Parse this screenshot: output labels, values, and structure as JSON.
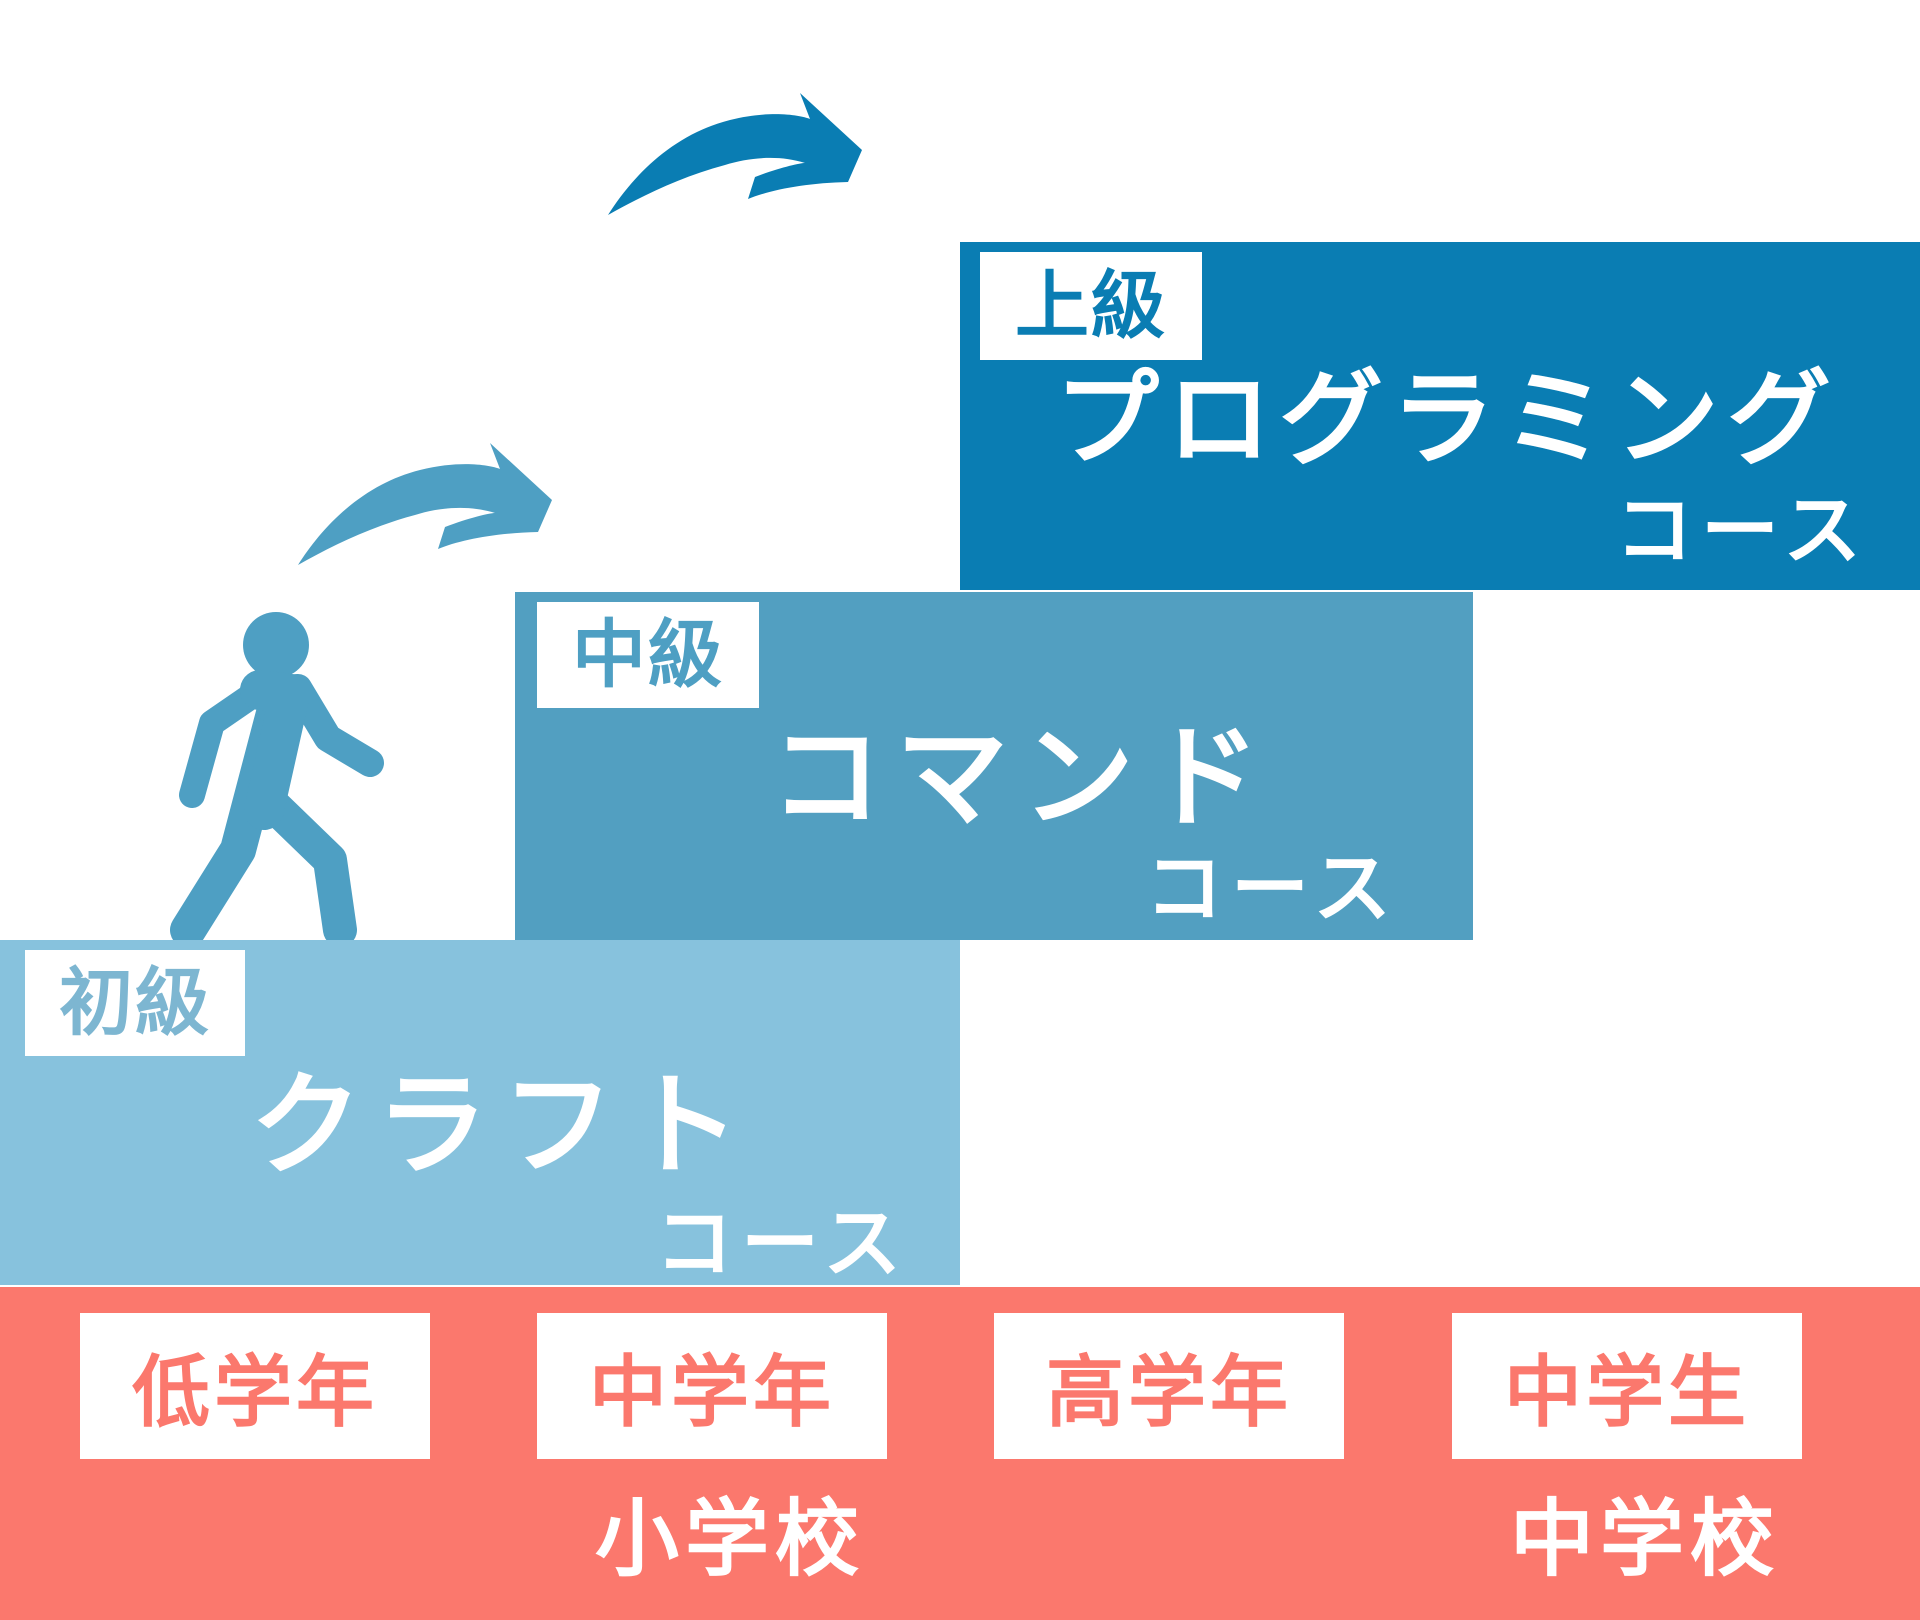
{
  "colors": {
    "beginner": "#87c2dd",
    "intermediate": "#529fc1",
    "advanced": "#0a7db3",
    "grade_bar": "#fb786d",
    "arrow_lower": "#4e9fc3",
    "arrow_upper": "#0a7db3",
    "walker": "#4e9fc3"
  },
  "steps": {
    "beginner": {
      "level": "初級",
      "course": "クラフト",
      "suffix": "コース"
    },
    "intermediate": {
      "level": "中級",
      "course": "コマンド",
      "suffix": "コース"
    },
    "advanced": {
      "level": "上級",
      "course": "プログラミング",
      "suffix": "コース"
    }
  },
  "grades": {
    "items": [
      "低学年",
      "中学年",
      "高学年",
      "中学生"
    ],
    "elementary": "小学校",
    "junior_high": "中学校"
  },
  "icons": [
    "walking-person-icon",
    "curved-arrow-icon"
  ]
}
